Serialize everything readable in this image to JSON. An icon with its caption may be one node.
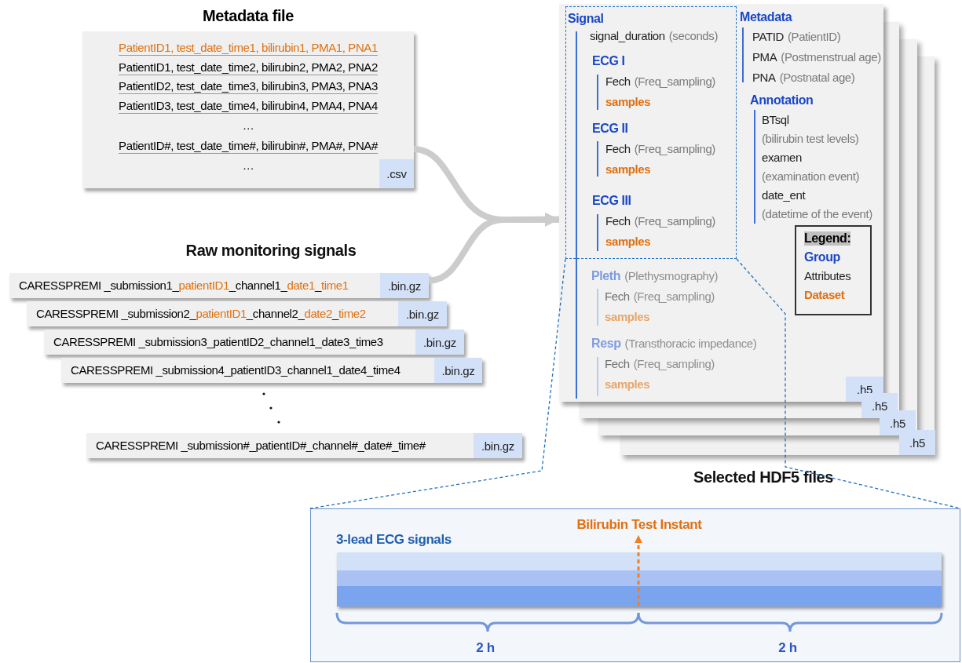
{
  "diagram": {
    "nodes": [
      {
        "text": [
          "Metadata file",
          "PatientID1, test_date_time1, bilirubin1, PMA1, PNA1",
          "PatientID1, test_date_time2, bilirubin2, PMA2, PNA2",
          "PatientID2, test_date_time3, bilirubin3, PMA3, PNA3",
          "PatientID3, test_date_time4, bilirubin4, PMA4, PNA4",
          "…",
          "PatientID#, test_date_time#, bilirubin#, PMA#, PNA#",
          "…"
        ]
      },
      {
        "text": [
          ".csv"
        ],
        "in": 0
      },
      {
        "text": [
          "CARESSPREMI _submission1_patientID1_channel1_date1_time1"
        ]
      },
      {
        "text": [
          ".bin.gz"
        ],
        "in": 2
      },
      {
        "text": [
          "CARESSPREMI _submission2_patientID1_channel2_date2_time2"
        ]
      },
      {
        "text": [
          ".bin.gz"
        ],
        "in": 4
      },
      {
        "text": [
          "CARESSPREMI _submission3_patientID2_channel1_date3_time3"
        ]
      },
      {
        "text": [
          ".bin.gz"
        ],
        "in": 6
      },
      {
        "text": [
          "CARESSPREMI _submission4_patientID3_channel1_date4_time4"
        ]
      },
      {
        "text": [
          ".bin.gz"
        ],
        "in": 8
      },
      {
        "text": [
          "CARESSPREMI _submission#_patientID#_channel#_date#_time#"
        ]
      },
      {
        "text": [
          ".bin.gz"
        ],
        "in": 10
      },
      {
        "text": [
          "Pleth",
          "(Plethysmography)",
          "Fech",
          "(Freq_sampling)",
          "samples",
          "Resp",
          "(Transthoracic impedance)",
          "Fech",
          "(Freq_sampling)",
          "samples",
          "Metadata",
          "PATID",
          "(PatientID)",
          "PMA",
          "(Postmenstrual age)",
          "PNA",
          "(Postnatal age)",
          "Annotation",
          "BTsql",
          "(bilirubin test levels)",
          "examen",
          "(examination event)",
          "date_ent",
          "(datetime of the event)"
        ]
      },
      {
        "text": [
          ".h5"
        ],
        "in": 12
      },
      {
        "text": [
          "Signal",
          "signal_duration",
          "(seconds)",
          "ECG I",
          "Fech",
          "(Freq_sampling)",
          "samples",
          "ECG II",
          "Fech",
          "(Freq_sampling)",
          "samples",
          "ECG III",
          "Fech",
          "(Freq_sampling)",
          "samples"
        ],
        "in": 12
      },
      {
        "text": [
          "Legend:",
          "Group",
          "Attributes",
          "Dataset"
        ],
        "in": 12
      },
      {
        "text": [
          "3-lead ECG signals",
          "2 h",
          "2 h"
        ]
      },
      {
        "text": [],
        "shape": "bar",
        "in": 16
      },
      {
        "text": [
          "Bilirubin Test Instant"
        ],
        "in": 16
      },
      {
        "text": [
          ".h5"
        ]
      },
      {
        "text": [
          ".h5"
        ]
      },
      {
        "text": [
          ".h5"
        ]
      }
    ],
    "edges": [
      {
        "from": 0,
        "to": 12,
        "arrow": "to",
        "style": "thick",
        "color": "#cccccc"
      },
      {
        "from": 2,
        "to": 12,
        "arrow": "to",
        "style": "thick",
        "color": "#cccccc"
      },
      {
        "from": 14,
        "to": 16,
        "arrow": "none",
        "style": "dashed",
        "color": "#1f6fc0"
      },
      {
        "from": 14,
        "to": 16,
        "arrow": "none",
        "style": "dashed",
        "color": "#1f6fc0"
      },
      {
        "from": 17,
        "to": 18,
        "arrow": "to",
        "style": "dashed",
        "color": "#f08020"
      }
    ],
    "labels": [
      "Raw monitoring signals",
      "Selected HDF5 files"
    ]
  }
}
